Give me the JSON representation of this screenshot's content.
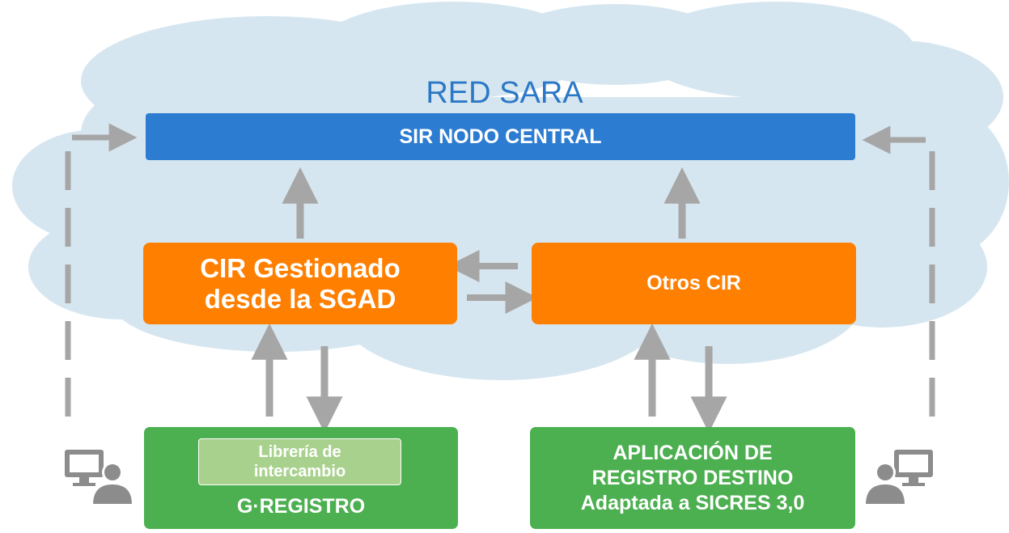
{
  "cloud": {
    "title": "RED SARA"
  },
  "nodes": {
    "nodo_central": "SIR NODO CENTRAL",
    "cir_sgad": [
      "CIR Gestionado",
      "desde la SGAD"
    ],
    "otros_cir": "Otros CIR",
    "libreria": [
      "Librería de",
      "intercambio"
    ],
    "g_registro": "G·REGISTRO",
    "aplicacion": [
      "APLICACIÓN DE",
      "REGISTRO DESTINO",
      "Adaptada a SICRES 3,0"
    ]
  },
  "colors": {
    "cloud": "#d6e6f0",
    "nodo_central": "#2c7cd1",
    "cir": "#ff7f00",
    "green_box": "#4caf50",
    "libreria": "#a9d18e",
    "arrows": "#a6a6a6",
    "user_icon": "#8c8c8c",
    "title_text": "#2b78c6"
  },
  "icons": [
    "user-computer-icon-left",
    "user-computer-icon-right"
  ]
}
